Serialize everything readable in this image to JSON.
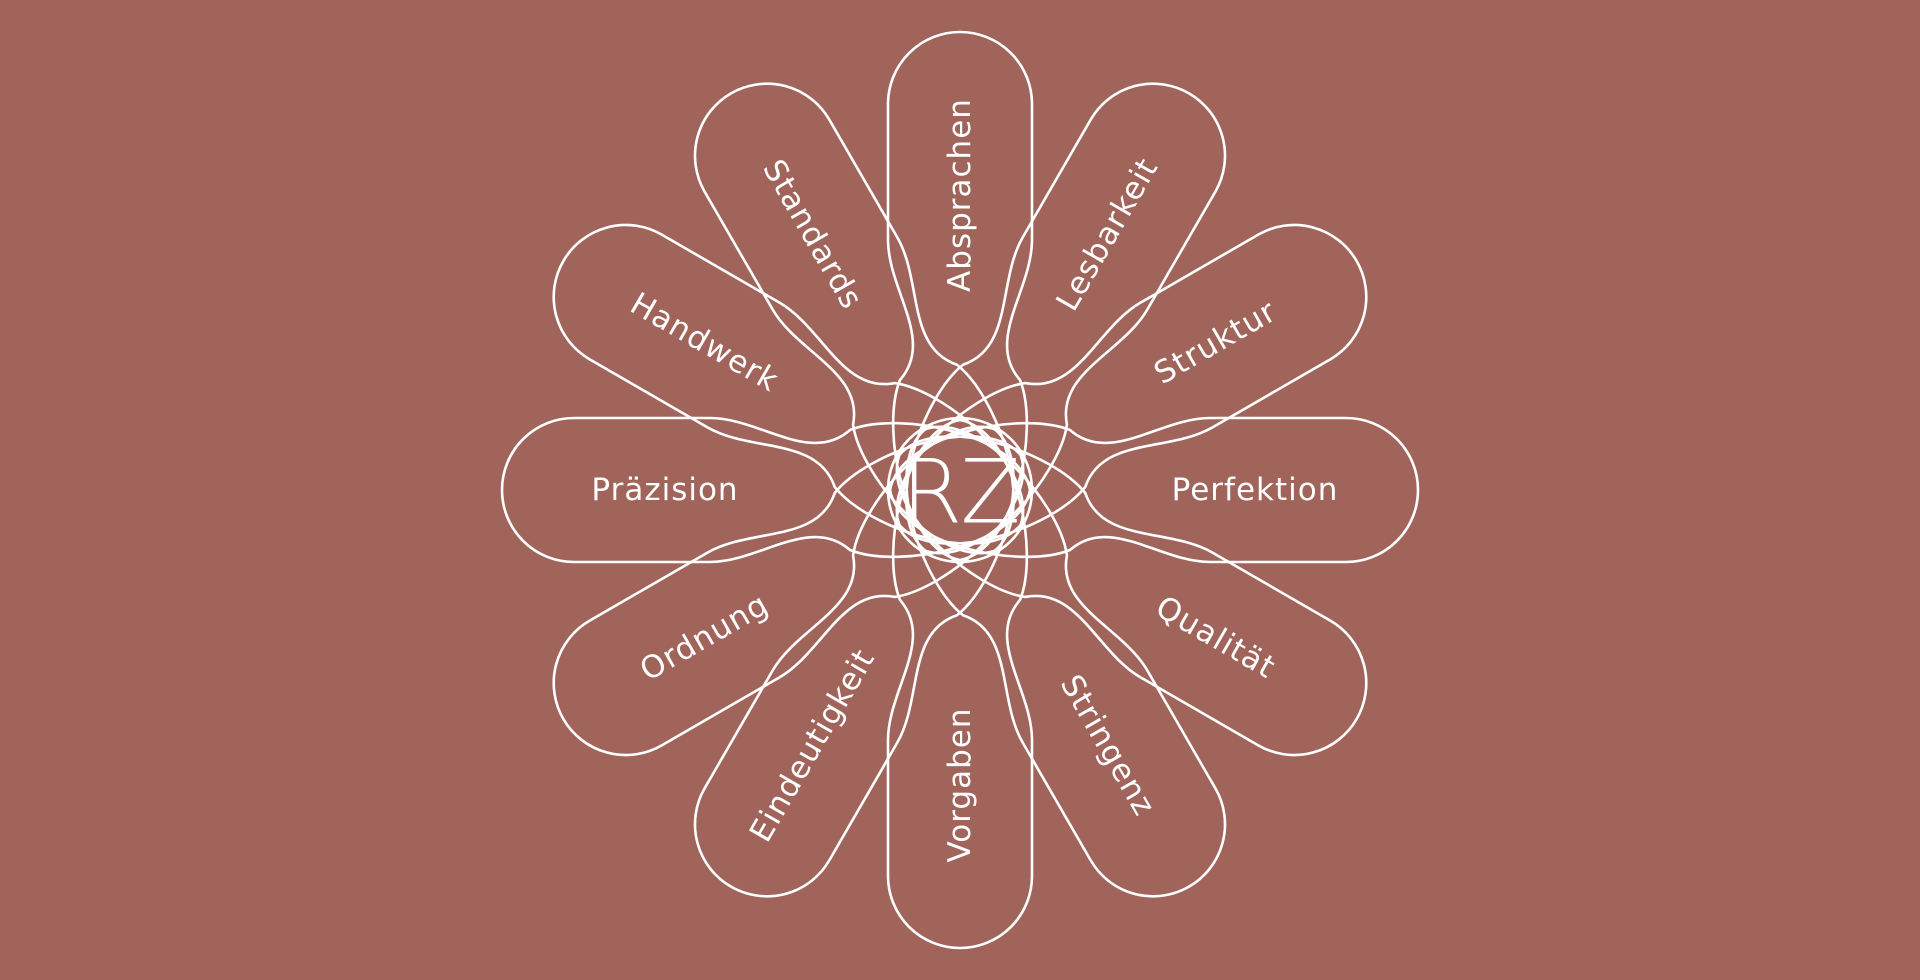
{
  "logo": {
    "text": "RZ"
  },
  "petals": [
    {
      "label": "Absprachen"
    },
    {
      "label": "Lesbarkeit"
    },
    {
      "label": "Struktur"
    },
    {
      "label": "Perfektion"
    },
    {
      "label": "Qualität"
    },
    {
      "label": "Stringenz"
    },
    {
      "label": "Vorgaben"
    },
    {
      "label": "Eindeutigkeit"
    },
    {
      "label": "Ordnung"
    },
    {
      "label": "Präzision"
    },
    {
      "label": "Handwerk"
    },
    {
      "label": "Standards"
    }
  ],
  "colors": {
    "background": "#a1645b",
    "stroke": "#ffffff"
  }
}
